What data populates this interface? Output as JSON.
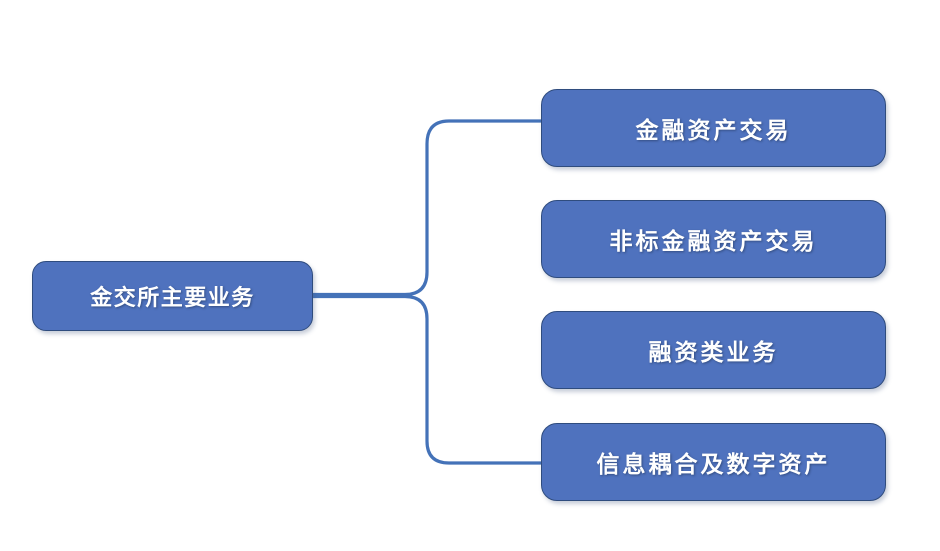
{
  "diagram": {
    "type": "tree-hierarchy",
    "background_color": "#FFFFFF",
    "node_fill_color": "#4F72BE",
    "node_border_color": "#2F4C7E",
    "node_text_color": "#FFFFFF",
    "connector_color": "#4472B8",
    "root": {
      "label": "金交所主要业务"
    },
    "children": [
      {
        "label": "金融资产交易",
        "connector": true
      },
      {
        "label": "非标金融资产交易",
        "connector": false
      },
      {
        "label": "融资类业务",
        "connector": false
      },
      {
        "label": "信息耦合及数字资产",
        "connector": true
      }
    ]
  }
}
